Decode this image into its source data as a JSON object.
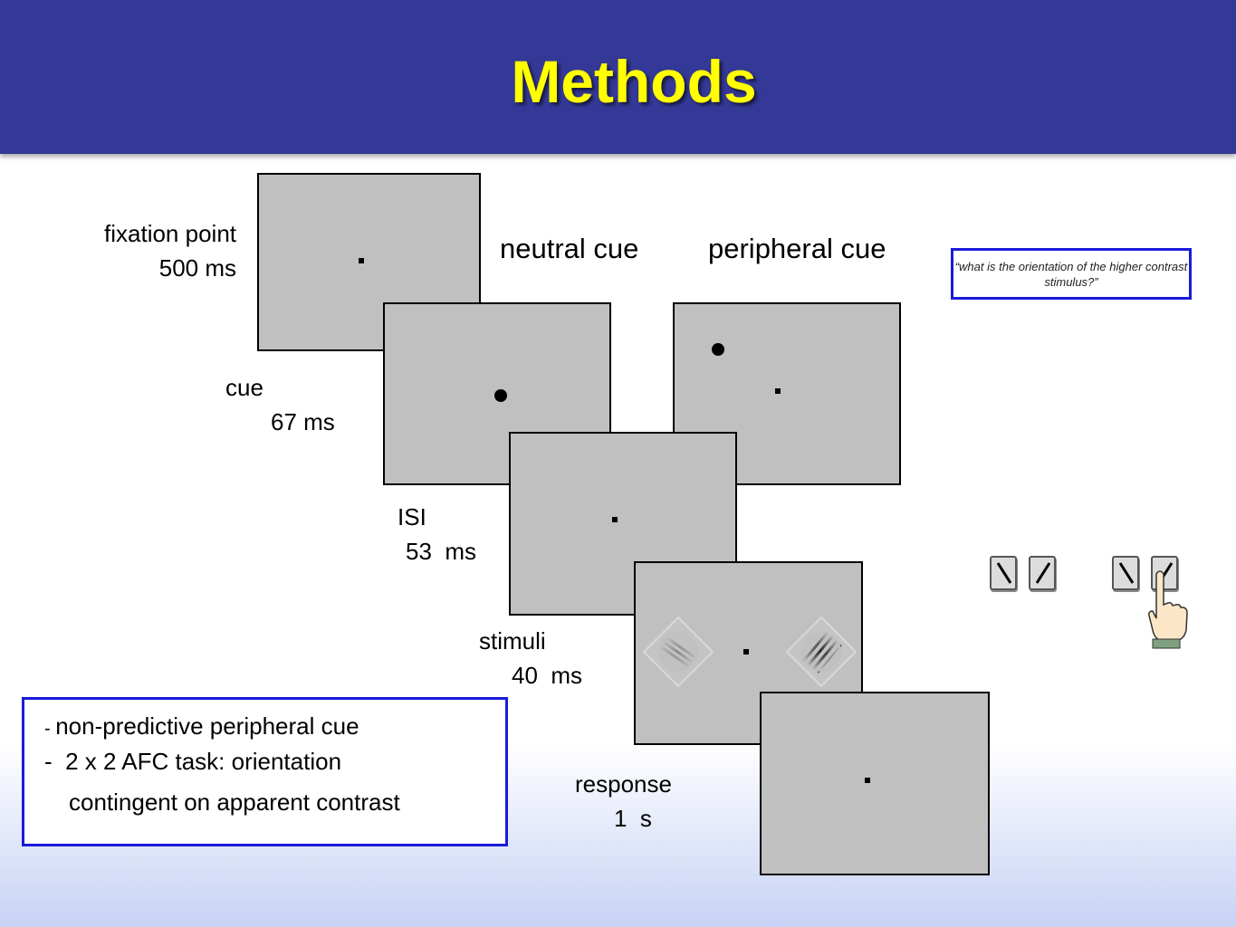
{
  "slide": {
    "title": "Methods",
    "question": "“what is the orientation of the higher contrast stimulus?”"
  },
  "conditions": {
    "neutral_label": "neutral cue",
    "peripheral_label": "peripheral cue"
  },
  "trial_steps": [
    {
      "name": "fixation point",
      "duration": "500 ms"
    },
    {
      "name": "cue",
      "duration": "67 ms"
    },
    {
      "name": "ISI",
      "duration": "53  ms"
    },
    {
      "name": "stimuli",
      "duration": "40  ms"
    },
    {
      "name": "response",
      "duration": "1  s"
    }
  ],
  "notes": {
    "line1_dash": "- ",
    "line1_text": "non-predictive peripheral cue",
    "line2": "-  2 x 2 AFC task: orientation",
    "line3": "contingent on apparent contrast"
  },
  "colors": {
    "header": "#343896",
    "title": "#ffff00",
    "screen": "#c0c0c0",
    "box_border": "#1a1adc"
  },
  "icons": [
    "left-tilt-key-icon",
    "right-tilt-key-icon",
    "pointing-hand-icon",
    "gabor-stimulus-icon"
  ]
}
